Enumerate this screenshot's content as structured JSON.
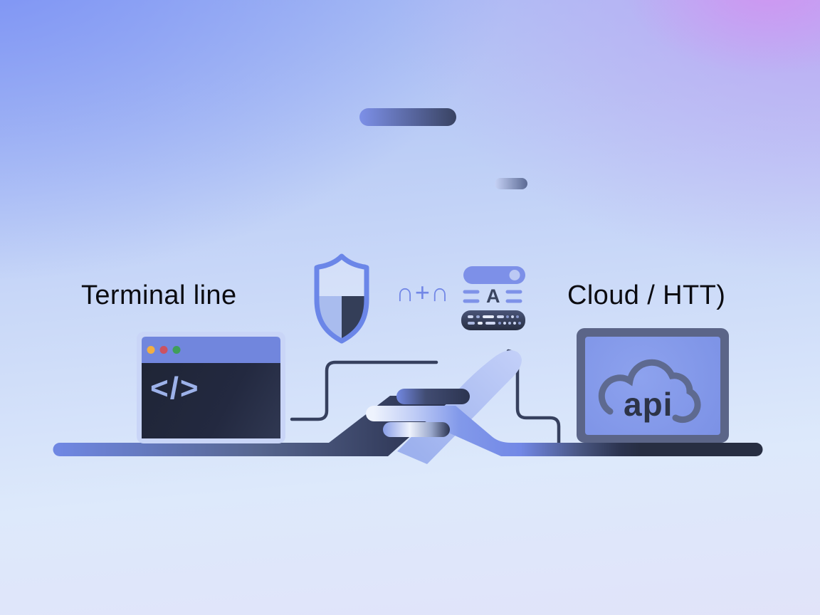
{
  "labels": {
    "left": "Terminal line",
    "right": "Cloud / HTT)"
  },
  "terminal": {
    "code_glyph": "</>",
    "traffic_lights": [
      "#f2ae42",
      "#cc5261",
      "#3f9e5a"
    ]
  },
  "laptop": {
    "cloud_label": "api"
  },
  "icons": {
    "union_plus_glyph": "∩+∩",
    "server_letter": "A"
  },
  "colors": {
    "background_top_left": "#7e93f4",
    "background_top_right": "#c7b5f3",
    "background_bottom": "#dde8fb",
    "magenta_blob": "#d78cf2",
    "accent_blue": "#7288e6",
    "light_ribbon": "#aabef5",
    "dark_navy": "#272e42",
    "shield_outline": "#6b86e8",
    "terminal_titlebar": "#7186dd",
    "laptop_frame": "#5b6588",
    "label_text": "#0b0b10"
  }
}
